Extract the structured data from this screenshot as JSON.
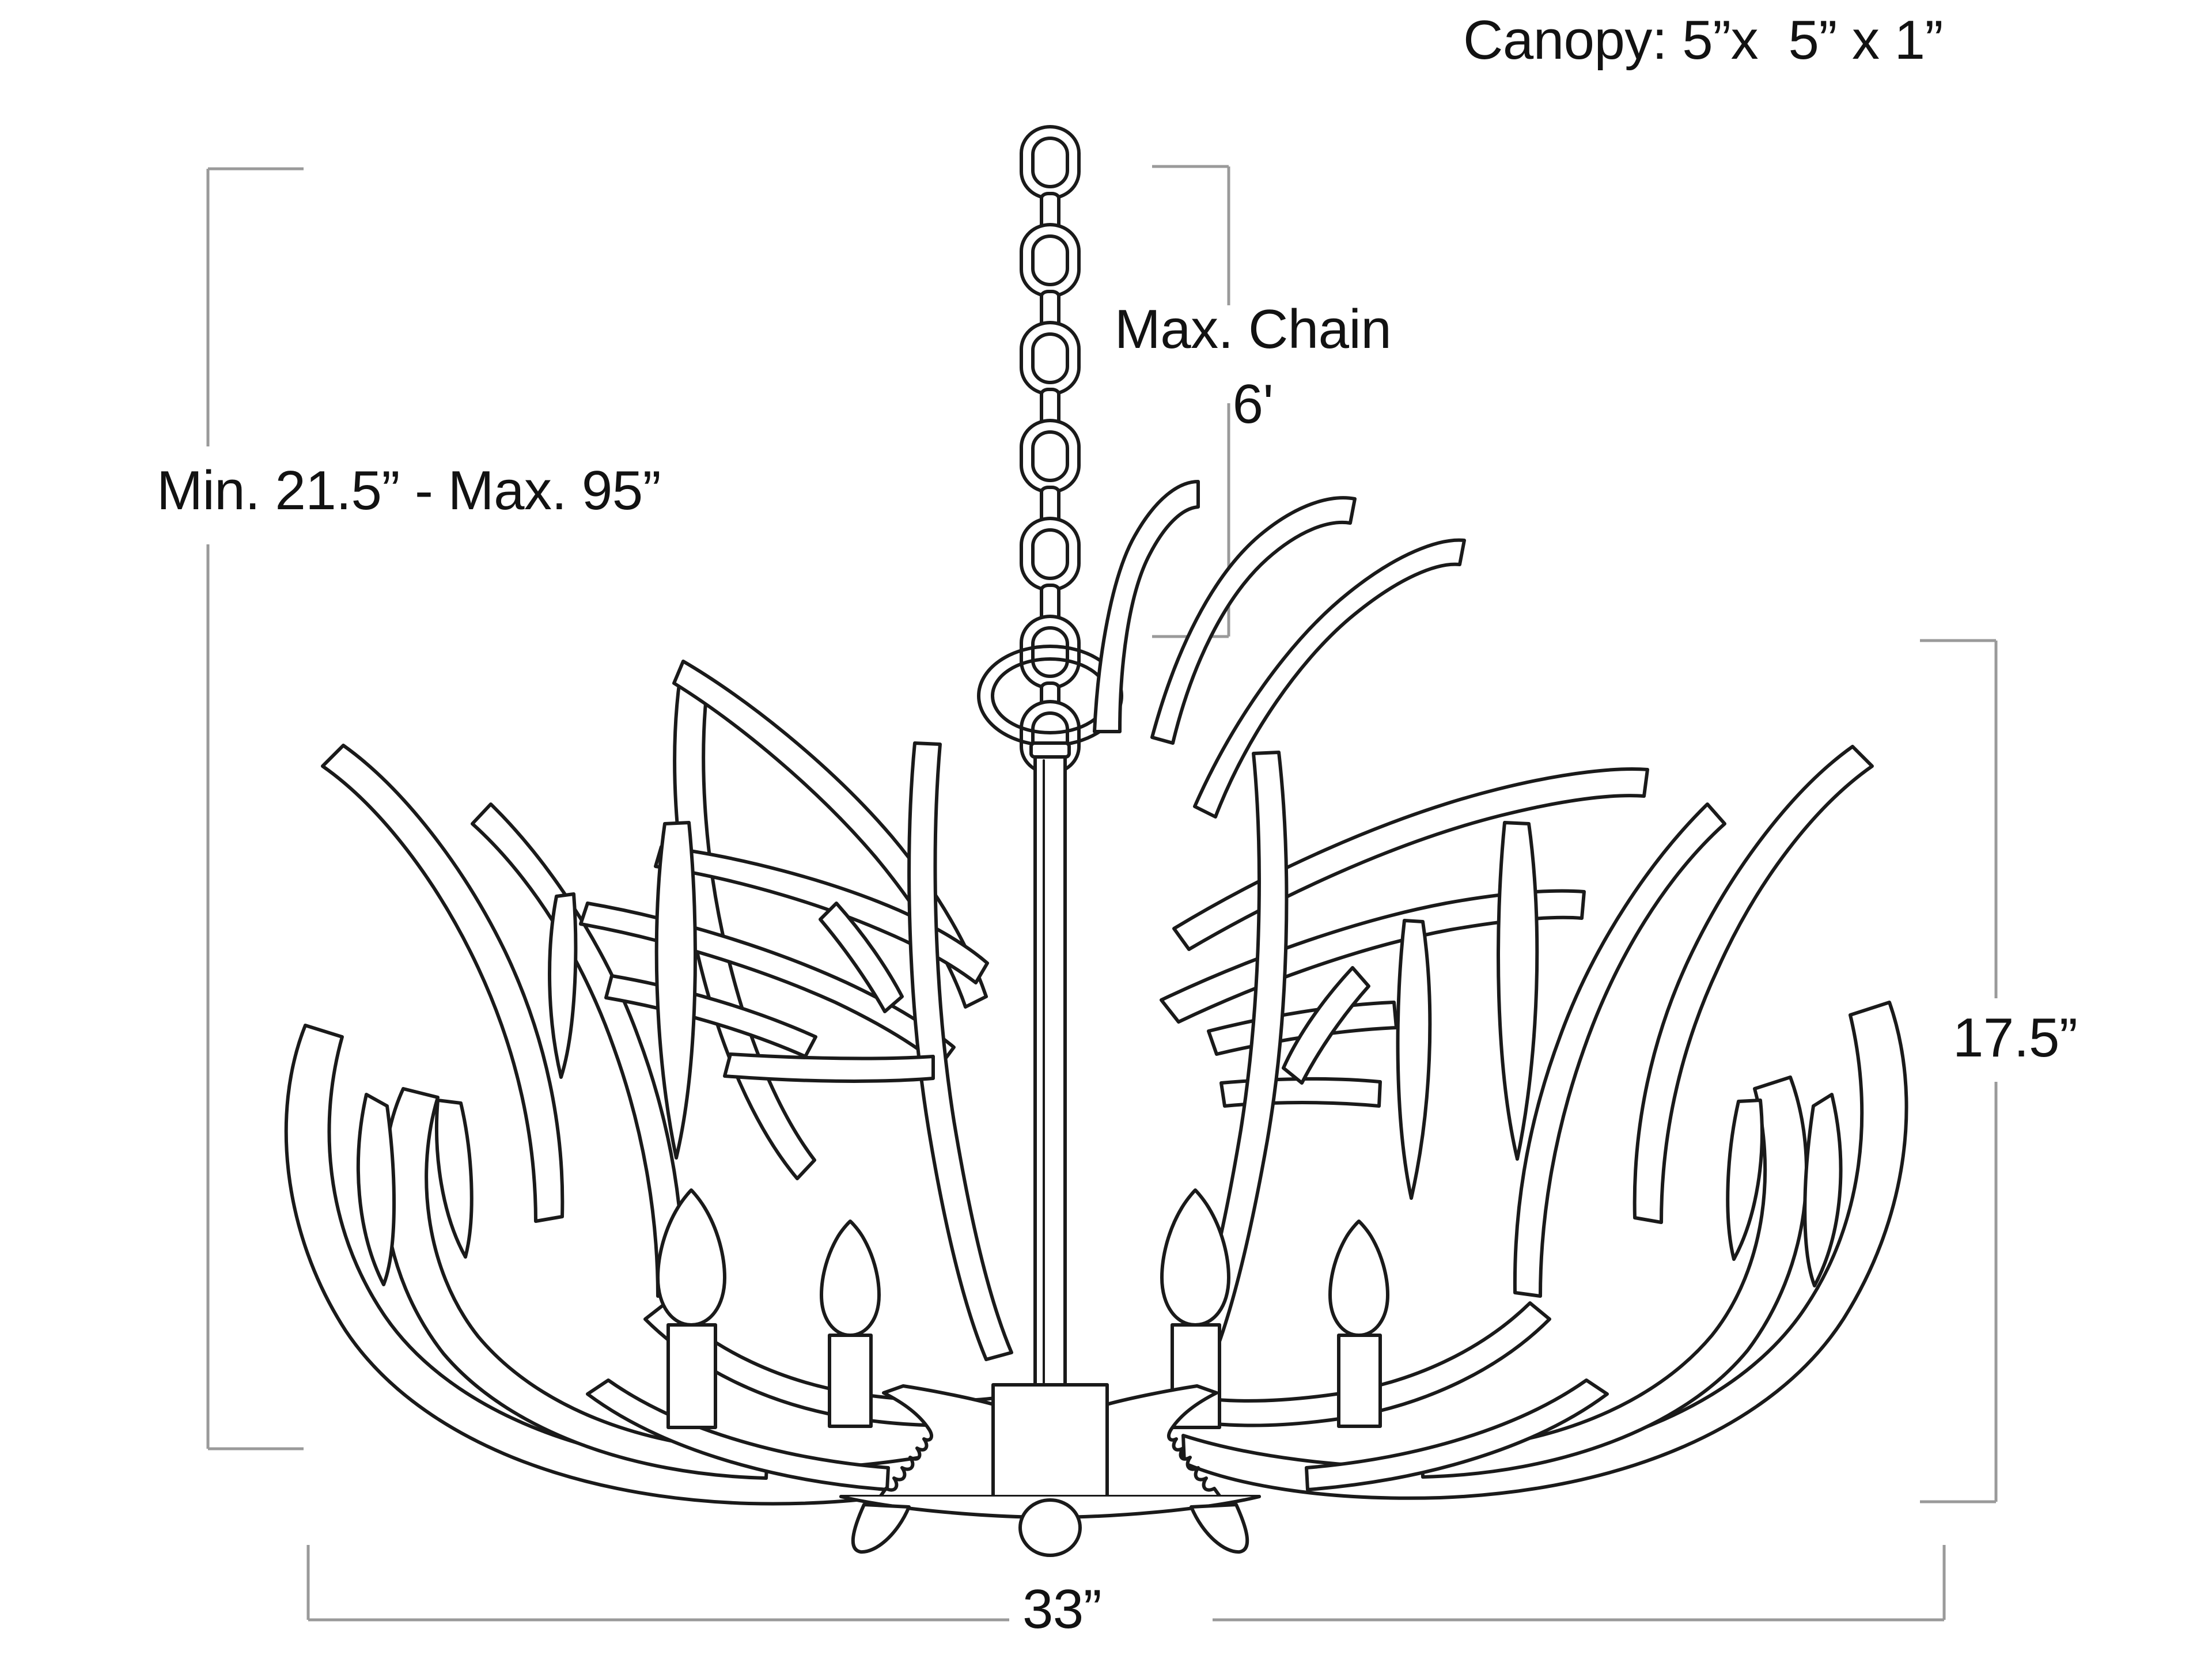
{
  "diagram": {
    "title": "Antler Chandelier Dimension Drawing",
    "subject": "antler-chandelier",
    "line_color": "#1a1a1a",
    "dimension_line_color": "#9a9a9a",
    "background_color": "#ffffff",
    "text_color": "#121212"
  },
  "annotations": {
    "canopy": {
      "label": "Canopy: 5”x  5” x 1”",
      "position": "top-right"
    },
    "max_chain": {
      "label": "Max. Chain",
      "value": "6'",
      "position": "right-of-chain"
    },
    "height_range": {
      "label": "Min. 21.5” - Max. 95”",
      "position": "left"
    },
    "body_height": {
      "label": "17.5”",
      "position": "right"
    },
    "width": {
      "label": "33”",
      "position": "bottom"
    }
  },
  "fixture": {
    "chain": {
      "link_count": 7,
      "name": "hanging-chain"
    },
    "ring": {
      "name": "suspension-ring"
    },
    "stem": {
      "name": "center-stem"
    },
    "hub": {
      "name": "antler-hub"
    },
    "finial": {
      "name": "sphere-finial"
    },
    "candles": [
      {
        "name": "candle-light-1"
      },
      {
        "name": "candle-light-2"
      },
      {
        "name": "candle-light-3"
      },
      {
        "name": "candle-light-4"
      }
    ]
  }
}
